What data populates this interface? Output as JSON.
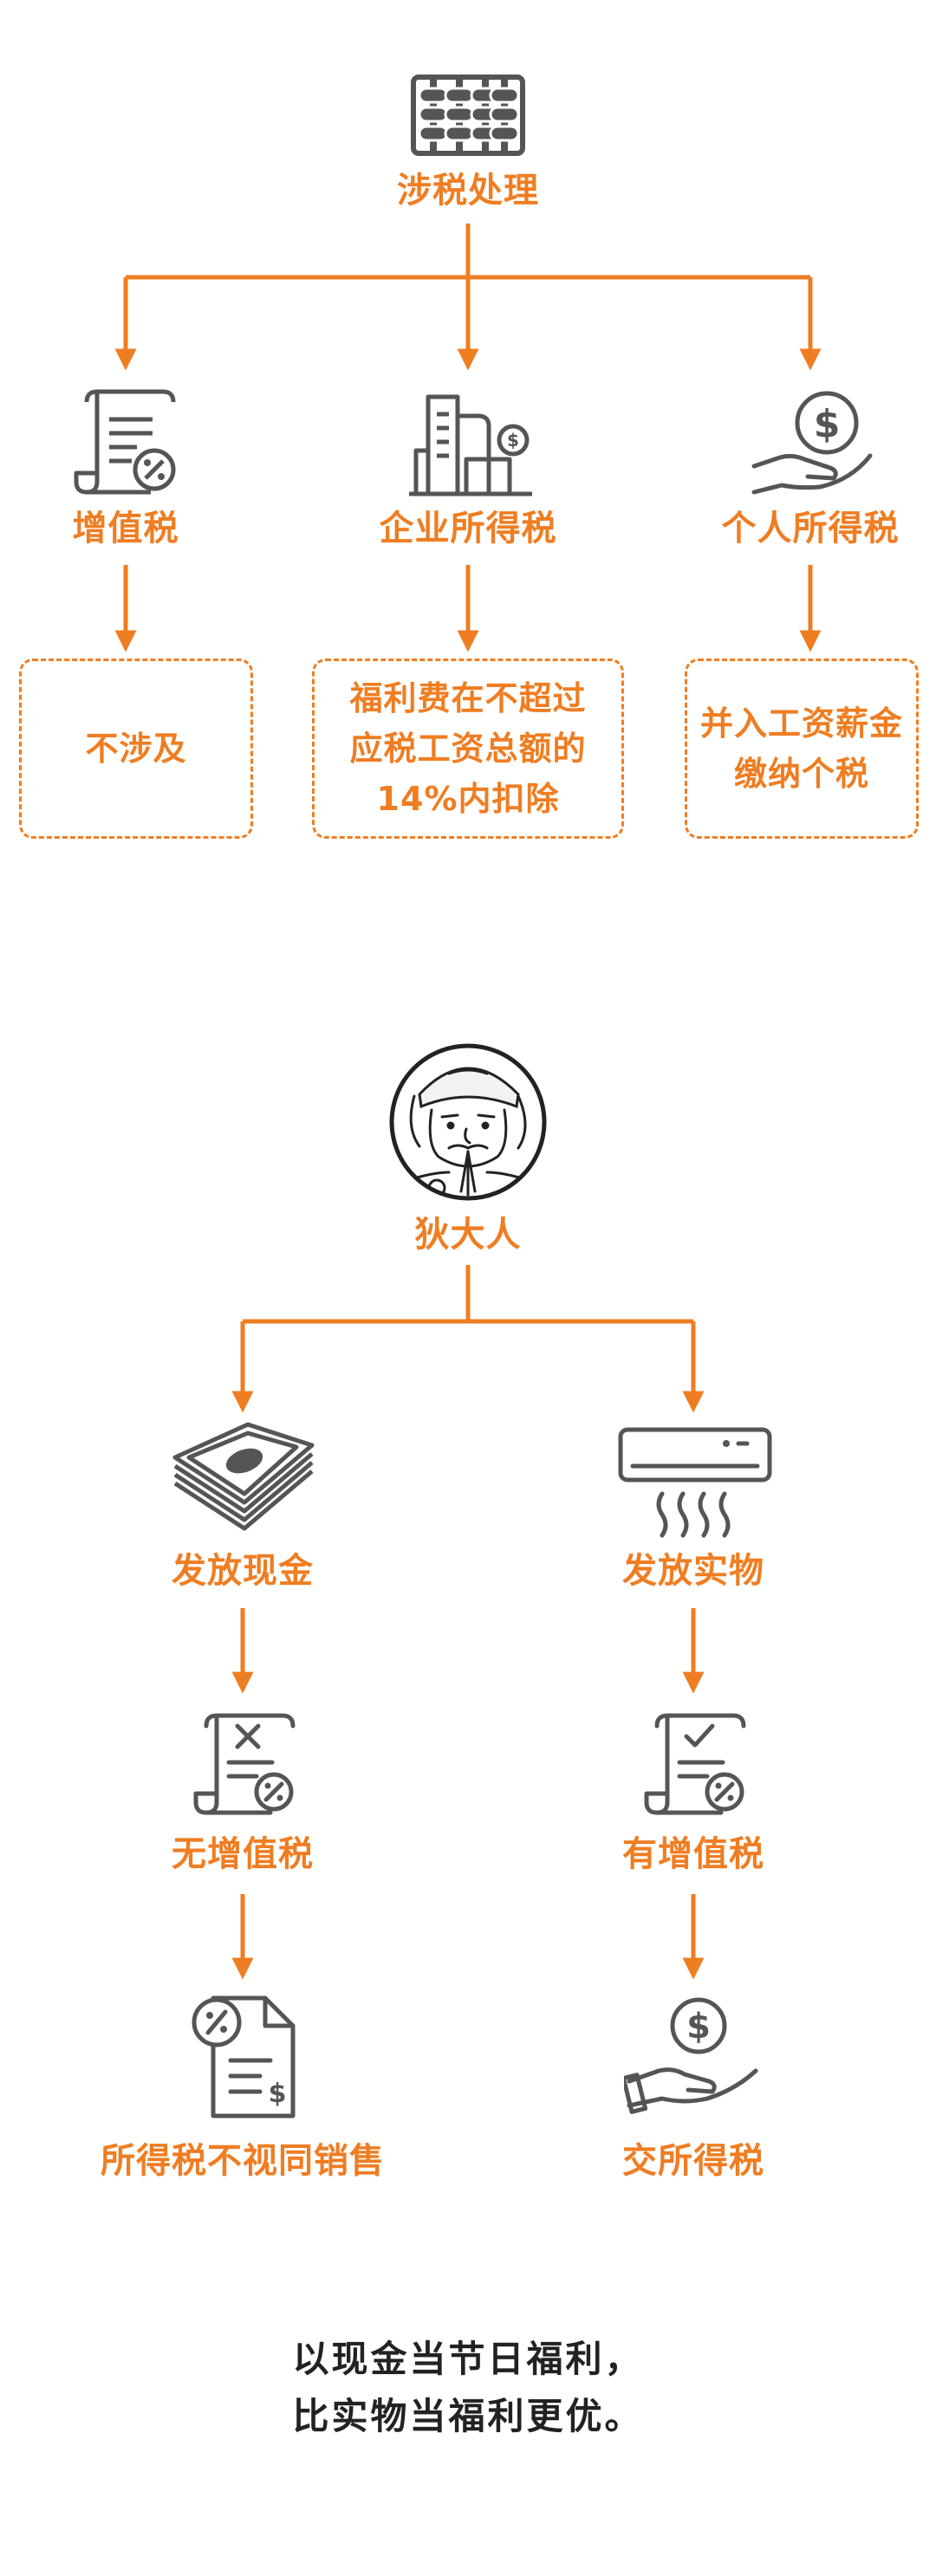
{
  "section1": {
    "root": "涉税处理",
    "branches": [
      {
        "title": "增值税",
        "note": "不涉及"
      },
      {
        "title": "企业所得税",
        "note_lines": [
          "福利费在不超过",
          "应税工资总额的",
          "14%内扣除"
        ]
      },
      {
        "title": "个人所得税",
        "note_lines": [
          "并入工资薪金",
          "缴纳个税"
        ]
      }
    ]
  },
  "section2": {
    "root": "狄大人",
    "left": {
      "title": "发放现金",
      "step2": "无增值税",
      "step3": "所得税不视同销售"
    },
    "right": {
      "title": "发放实物",
      "step2": "有增值税",
      "step3": "交所得税"
    }
  },
  "footer": {
    "line1": "以现金当节日福利，",
    "line2": "比实物当福利更优。"
  },
  "colors": {
    "accent": "#ef7d22",
    "icon": "#555555",
    "text": "#222222"
  }
}
